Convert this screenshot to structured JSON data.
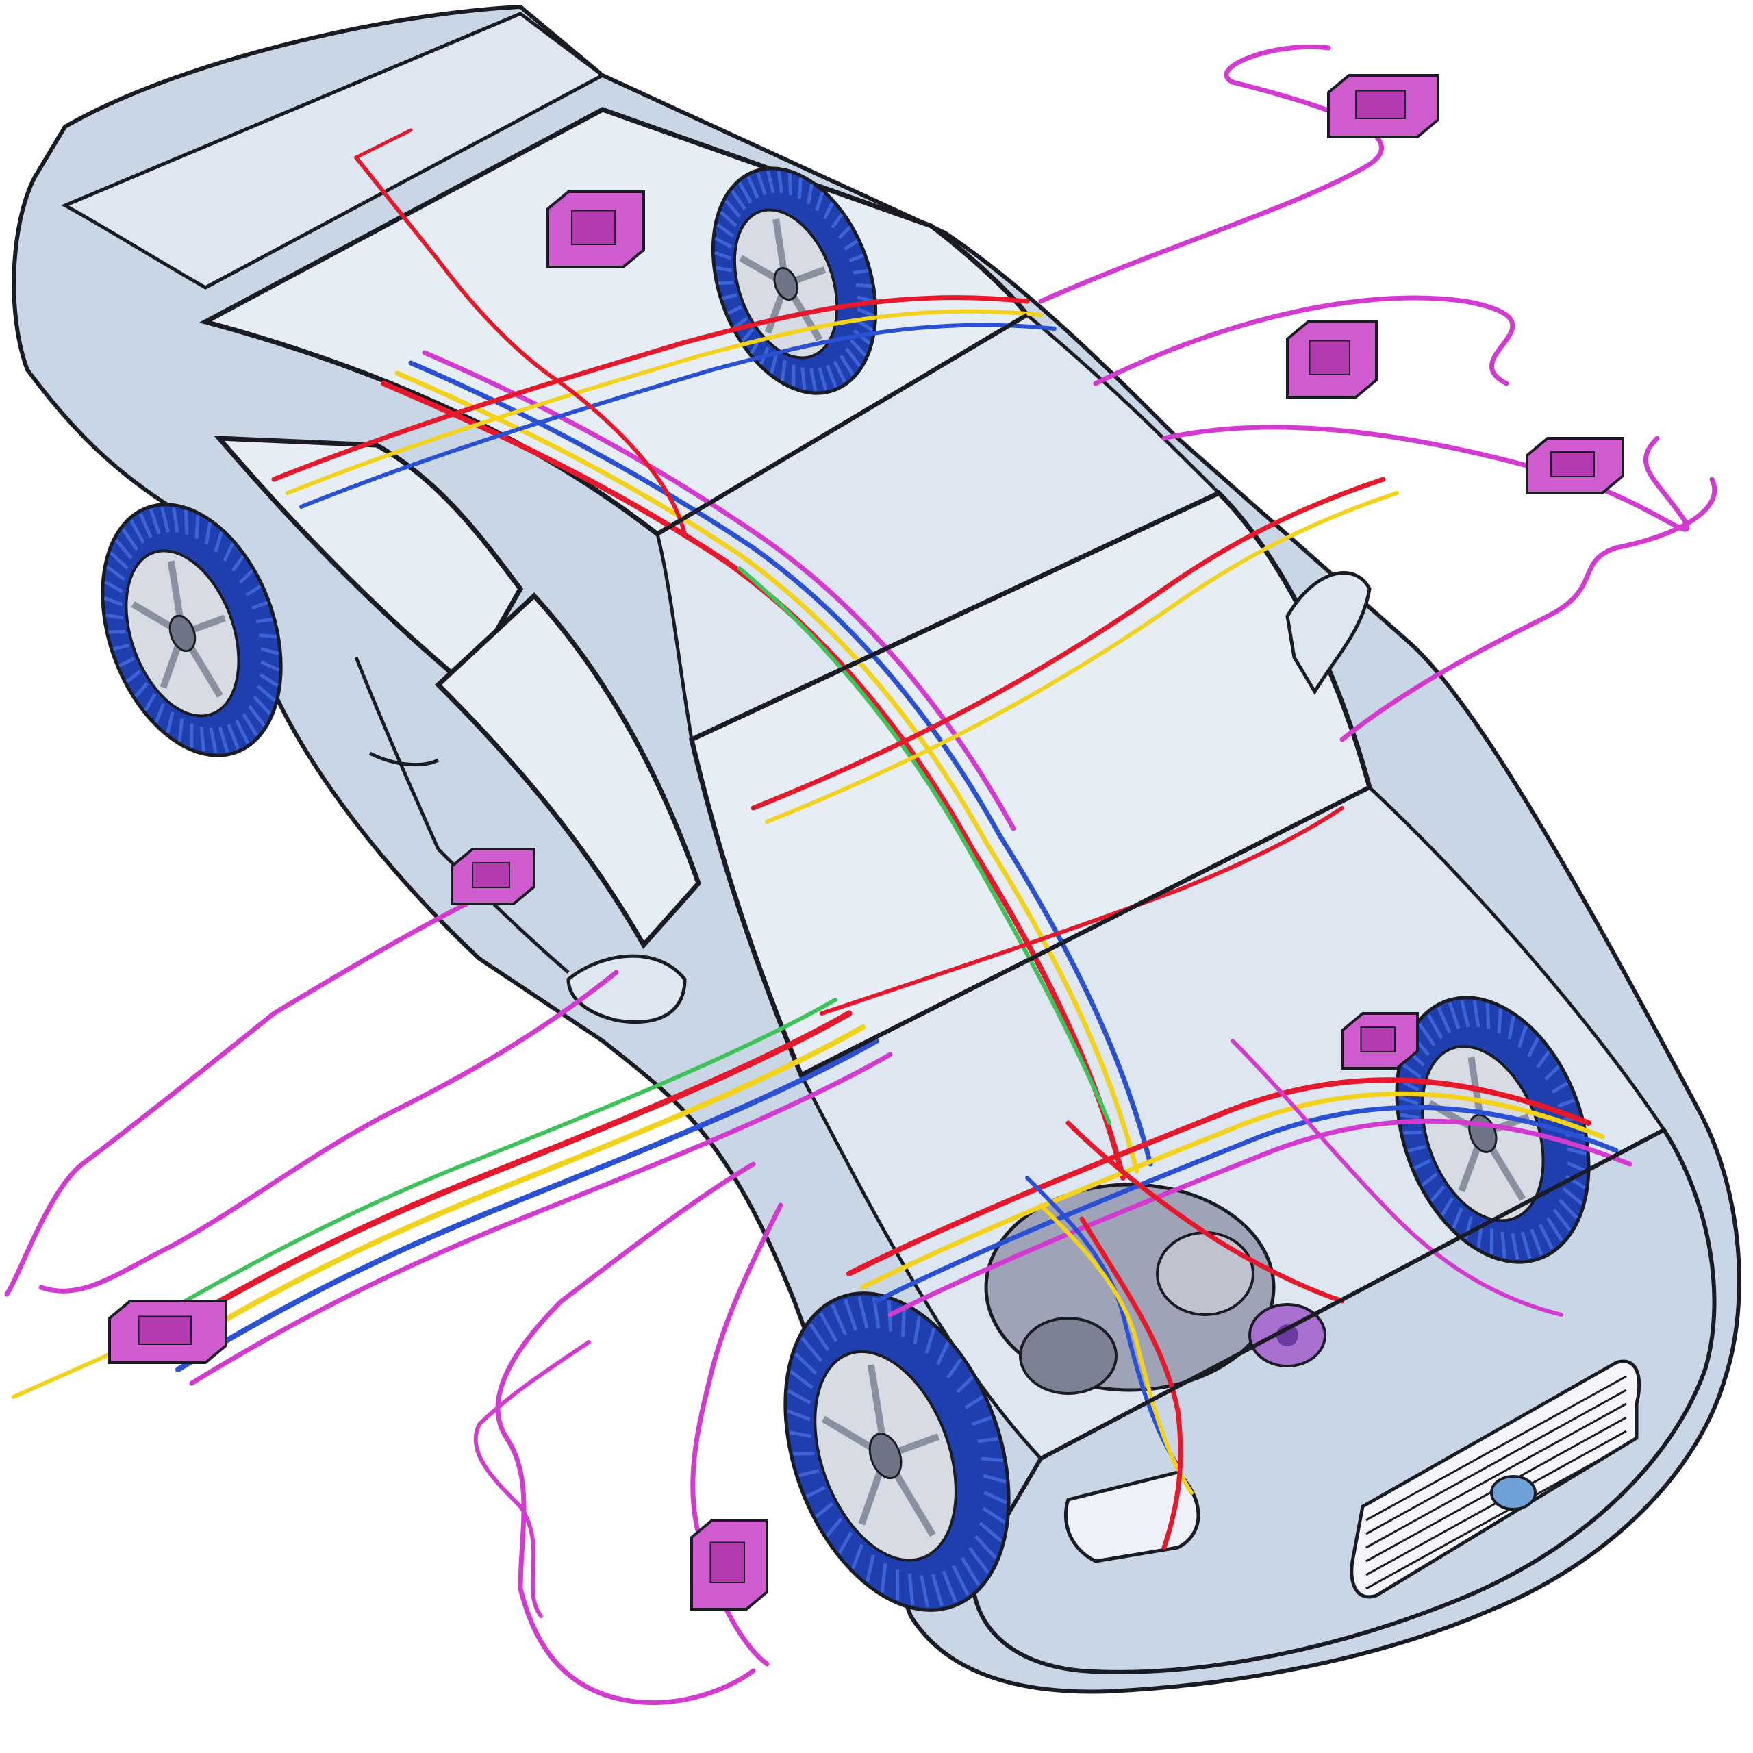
{
  "diagram": {
    "subject": "car-wiring-harness-illustration",
    "colors": {
      "background": "#ffffff",
      "body_fill": "#c9d6e6",
      "body_fill_light": "#dde6f1",
      "glass": "#e7edf5",
      "outline": "#1b1b24",
      "tire": "#1f3fae",
      "tire_tread": "#3c63d8",
      "rim": "#d7dbe3",
      "wire_magenta": "#d23ad0",
      "wire_red": "#e5192b",
      "wire_yellow": "#f2d21a",
      "wire_blue": "#2a50d4",
      "wire_green": "#3ec25a",
      "module": "#cf5ccf",
      "engine": "#8c8fa8",
      "grille": "#f4f6fa"
    },
    "components": [
      {
        "name": "front-left-wheel",
        "icon": "wheel-icon"
      },
      {
        "name": "front-right-wheel",
        "icon": "wheel-icon"
      },
      {
        "name": "rear-left-wheel",
        "icon": "wheel-icon"
      },
      {
        "name": "rear-right-wheel",
        "icon": "wheel-icon"
      },
      {
        "name": "engine-bay",
        "icon": "engine-icon"
      },
      {
        "name": "main-harness-trunk",
        "icon": "harness-icon"
      },
      {
        "name": "external-module-top",
        "icon": "module-icon"
      },
      {
        "name": "external-module-right-upper",
        "icon": "module-icon"
      },
      {
        "name": "external-module-right",
        "icon": "module-icon"
      },
      {
        "name": "external-module-bottom",
        "icon": "module-icon"
      },
      {
        "name": "external-connector-left",
        "icon": "connector-icon"
      }
    ]
  }
}
